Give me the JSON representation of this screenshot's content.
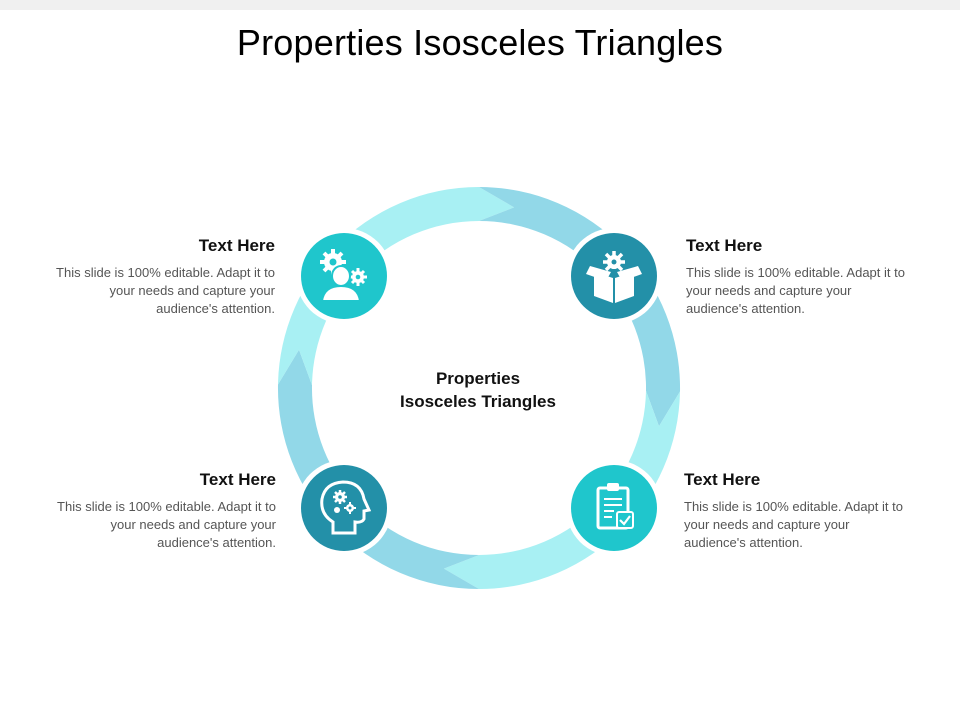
{
  "title": "Properties Isosceles Triangles",
  "center": {
    "line1": "Properties",
    "line2": "Isosceles Triangles"
  },
  "colors": {
    "arrow_light": "#a8f0f3",
    "arrow_mid": "#92d8e8",
    "node_teal": "#1fc6cc",
    "node_dark": "#2390a8"
  },
  "items": [
    {
      "position": "top-left",
      "icon": "team-gears-icon",
      "heading": "Text Here",
      "body": "This slide is 100% editable. Adapt it to your needs and capture your audience's attention."
    },
    {
      "position": "top-right",
      "icon": "box-gear-icon",
      "heading": "Text Here",
      "body": "This slide is 100% editable. Adapt it to your needs and capture your audience's attention."
    },
    {
      "position": "bottom-left",
      "icon": "head-gears-icon",
      "heading": "Text Here",
      "body": "This slide is 100% editable. Adapt it to your needs and capture your audience's attention."
    },
    {
      "position": "bottom-right",
      "icon": "clipboard-check-icon",
      "heading": "Text Here",
      "body": "This slide is 100% editable. Adapt it to your needs and capture your audience's attention."
    }
  ]
}
